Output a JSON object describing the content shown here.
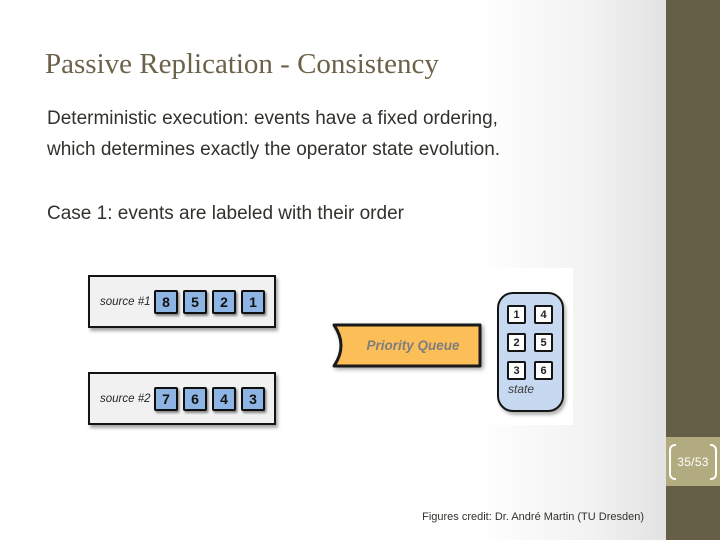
{
  "slide": {
    "title": "Passive Replication - Consistency",
    "body_lines": [
      "Deterministic execution: events have a fixed ordering,",
      "which determines exactly the operator state evolution."
    ],
    "case_label": "Case 1: events are labeled with their order",
    "credit": "Figures credit: Dr. André Martin (TU Dresden)",
    "page_indicator": "35/53"
  },
  "figure": {
    "sources": [
      {
        "label": "source #1",
        "events": [
          "8",
          "5",
          "2",
          "1"
        ]
      },
      {
        "label": "source #2",
        "events": [
          "7",
          "6",
          "4",
          "3"
        ]
      }
    ],
    "queue_label": "Priority Queue",
    "state": {
      "label": "state",
      "cells": [
        [
          "1",
          "4"
        ],
        [
          "2",
          "5"
        ],
        [
          "3",
          "6"
        ]
      ]
    }
  },
  "colors": {
    "accent_bar": "#665f48",
    "page_band": "#b3ab80",
    "title_text": "#6b6249",
    "body_text": "#33312c",
    "event_square_fill": "#8db4e2",
    "queue_fill": "#fcbe57",
    "state_fill": "#c6d9f0"
  }
}
